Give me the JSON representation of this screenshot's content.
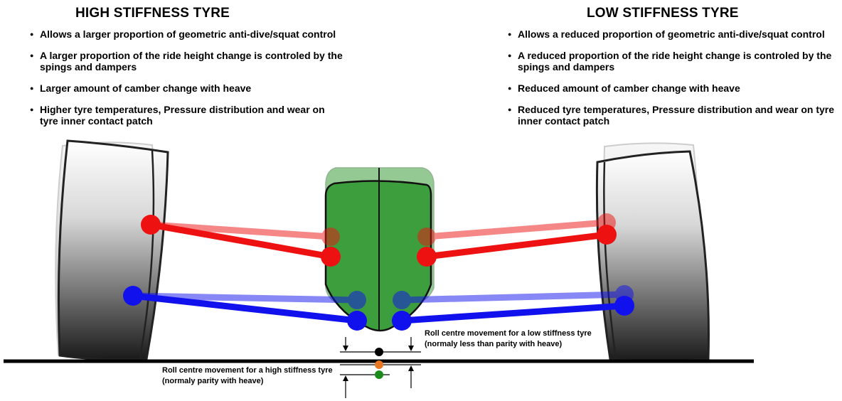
{
  "left": {
    "title": "HIGH STIFFNESS TYRE",
    "bullets": [
      "Allows a larger proportion of geometric anti-dive/squat control",
      "A larger proportion of the ride height change is controled by the spings and dampers",
      "Larger amount of camber change with heave",
      "Higher tyre temperatures, Pressure distribution and wear on tyre inner contact patch"
    ]
  },
  "right": {
    "title": "LOW STIFFNESS TYRE",
    "bullets": [
      "Allows a reduced proportion of geometric anti-dive/squat control",
      "A reduced proportion of the ride height change is controled by the spings and dampers",
      "Reduced amount of camber change with heave",
      "Reduced tyre temperatures, Pressure distribution and wear on tyre inner contact patch"
    ]
  },
  "annotations": {
    "low": "Roll centre movement for a low stiffness tyre (normaly less than parity with heave)",
    "high": "Roll centre movement for a high stiffness tyre (normaly parity with heave)"
  },
  "colors": {
    "upper_wishbone": "#ee1111",
    "lower_wishbone": "#1111ee",
    "chassis": "#3d9e3d",
    "roll_centre_static": "#000000",
    "roll_centre_low": "#e87722",
    "roll_centre_high": "#1a8a1a"
  }
}
